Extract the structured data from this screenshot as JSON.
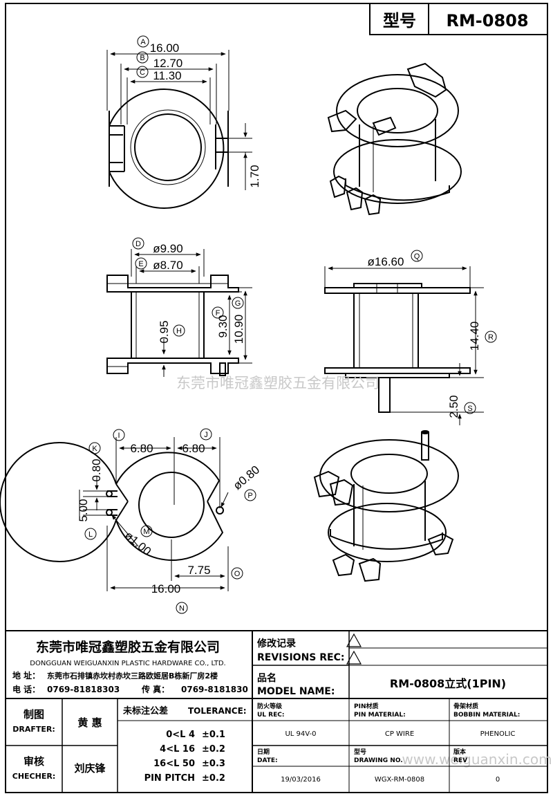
{
  "header": {
    "model_label": "型号",
    "model_value": "RM-0808"
  },
  "watermark": {
    "center": "东莞市唯冠鑫塑胶五金有限公司",
    "url": "www.weiguanxin.com"
  },
  "dimensions": {
    "A": {
      "letter": "A",
      "value": "16.00"
    },
    "B": {
      "letter": "B",
      "value": "12.70"
    },
    "C": {
      "letter": "C",
      "value": "11.30"
    },
    "top_gap": {
      "value": "1.70"
    },
    "D": {
      "letter": "D",
      "value": "ø9.90"
    },
    "E": {
      "letter": "E",
      "value": "ø8.70"
    },
    "F": {
      "letter": "F",
      "value": "9.30"
    },
    "G": {
      "letter": "G",
      "value": "10.90"
    },
    "H": {
      "letter": "H",
      "value": "0.95"
    },
    "Q": {
      "letter": "Q",
      "value": "ø16.60"
    },
    "R": {
      "letter": "R",
      "value": "14.40"
    },
    "S": {
      "letter": "S",
      "value": "2.50"
    },
    "I": {
      "letter": "I",
      "value": "6.80"
    },
    "J": {
      "letter": "J",
      "value": "6.80"
    },
    "K": {
      "letter": "K",
      "value": "0.80"
    },
    "L": {
      "letter": "L",
      "value": "5.00"
    },
    "M": {
      "letter": "M",
      "value": "ø1.00"
    },
    "P": {
      "letter": "P",
      "value": "ø0.80"
    },
    "O": {
      "letter": "O",
      "value": "7.75"
    },
    "N": {
      "letter": "N",
      "value": "16.00"
    }
  },
  "title_block": {
    "company_cn": "东莞市唯冠鑫塑胶五金有限公司",
    "company_en": "DONGGUAN WEIGUANXIN PLASTIC HARDWARE CO., LTD.",
    "address_label": "地  址：",
    "address": "东莞市石排镇赤坎村赤坎三路欧姬居B栋新厂房2楼",
    "phone_label": "电  话：",
    "phone": "0769-81818303",
    "fax_label": "传  真：",
    "fax": "0769-8181830",
    "revisions_cn": "修改记录",
    "revisions_en": "REVISIONS REC:",
    "model_name_cn": "品名",
    "model_name_en": "MODEL NAME:",
    "model_name_value": "RM-0808立式(1PIN)",
    "drafter_cn": "制图",
    "drafter_en": "DRAFTER:",
    "drafter_name": "黄  惠",
    "checker_cn": "审核",
    "checker_en": "CHECHER:",
    "checker_name": "刘庆锋",
    "tolerance_title_cn": "未标注公差",
    "tolerance_title_en": "TOLERANCE:",
    "tolerance_rows": [
      {
        "range": "0<L  4",
        "value": "±0.1"
      },
      {
        "range": "4<L  16",
        "value": "±0.2"
      },
      {
        "range": "16<L  50",
        "value": "±0.3"
      },
      {
        "range": "PIN PITCH",
        "value": "±0.2"
      }
    ],
    "ul_cn": "防火等级",
    "ul_en": "UL REC:",
    "ul_value": "UL 94V-0",
    "pin_cn": "PIN材质",
    "pin_en": "PIN MATERIAL:",
    "pin_value": "CP WIRE",
    "bobbin_cn": "骨架材质",
    "bobbin_en": "BOBBIN MATERIAL:",
    "bobbin_value": "PHENOLIC",
    "date_cn": "日期",
    "date_en": "DATE:",
    "date_value": "19/03/2016",
    "drawing_cn": "型号",
    "drawing_en": "DRAWING NO.",
    "drawing_value": "WGX-RM-0808",
    "rev_cn": "版本",
    "rev_en": "REV",
    "rev_value": "0"
  }
}
